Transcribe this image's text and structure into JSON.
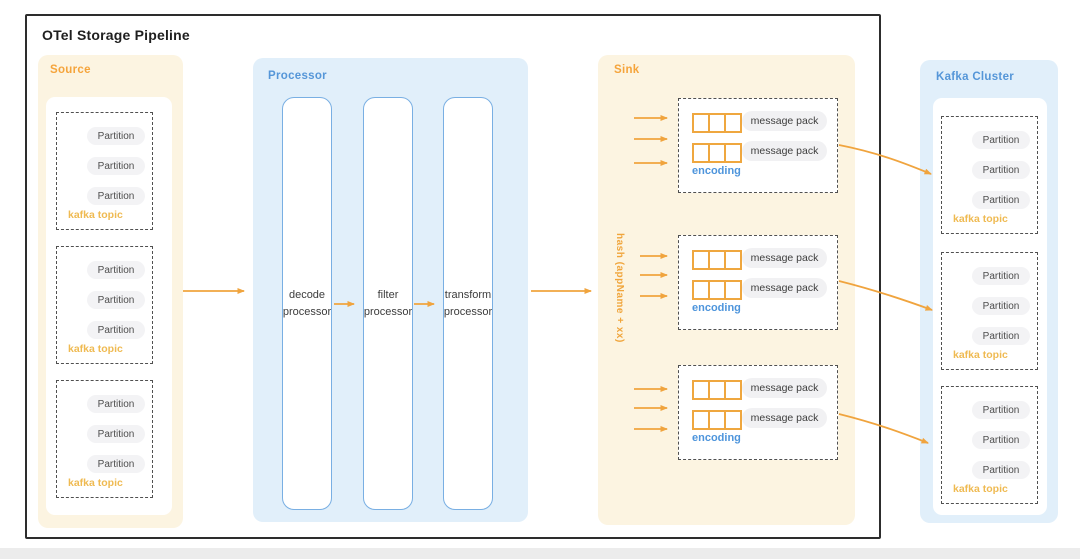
{
  "title": "OTel Storage Pipeline",
  "colors": {
    "accent_orange": "#F2A43C",
    "accent_gold": "#EFBA52",
    "accent_blue": "#5596D8",
    "panel_cream": "#FCF4E1",
    "panel_blue": "#E1EFFA",
    "border_dark": "#2D2D2D"
  },
  "source": {
    "label": "Source",
    "topics": [
      {
        "partitions": [
          "Partition",
          "Partition",
          "Partition"
        ],
        "label": "kafka topic"
      },
      {
        "partitions": [
          "Partition",
          "Partition",
          "Partition"
        ],
        "label": "kafka topic"
      },
      {
        "partitions": [
          "Partition",
          "Partition",
          "Partition"
        ],
        "label": "kafka topic"
      }
    ]
  },
  "processor": {
    "label": "Processor",
    "stages": [
      {
        "line1": "decode",
        "line2": "processor"
      },
      {
        "line1": "filter",
        "line2": "processor"
      },
      {
        "line1": "transform",
        "line2": "processor"
      }
    ]
  },
  "sink": {
    "label": "Sink",
    "hash_label": "hash (appName + xx)",
    "groups": [
      {
        "packs": [
          "message pack",
          "message pack"
        ],
        "encoding": "encoding"
      },
      {
        "packs": [
          "message pack",
          "message pack"
        ],
        "encoding": "encoding"
      },
      {
        "packs": [
          "message pack",
          "message pack"
        ],
        "encoding": "encoding"
      }
    ]
  },
  "kafka_cluster": {
    "label": "Kafka Cluster",
    "topics": [
      {
        "partitions": [
          "Partition",
          "Partition",
          "Partition"
        ],
        "label": "kafka topic"
      },
      {
        "partitions": [
          "Partition",
          "Partition",
          "Partition"
        ],
        "label": "kafka topic"
      },
      {
        "partitions": [
          "Partition",
          "Partition",
          "Partition"
        ],
        "label": "kafka topic"
      }
    ]
  }
}
